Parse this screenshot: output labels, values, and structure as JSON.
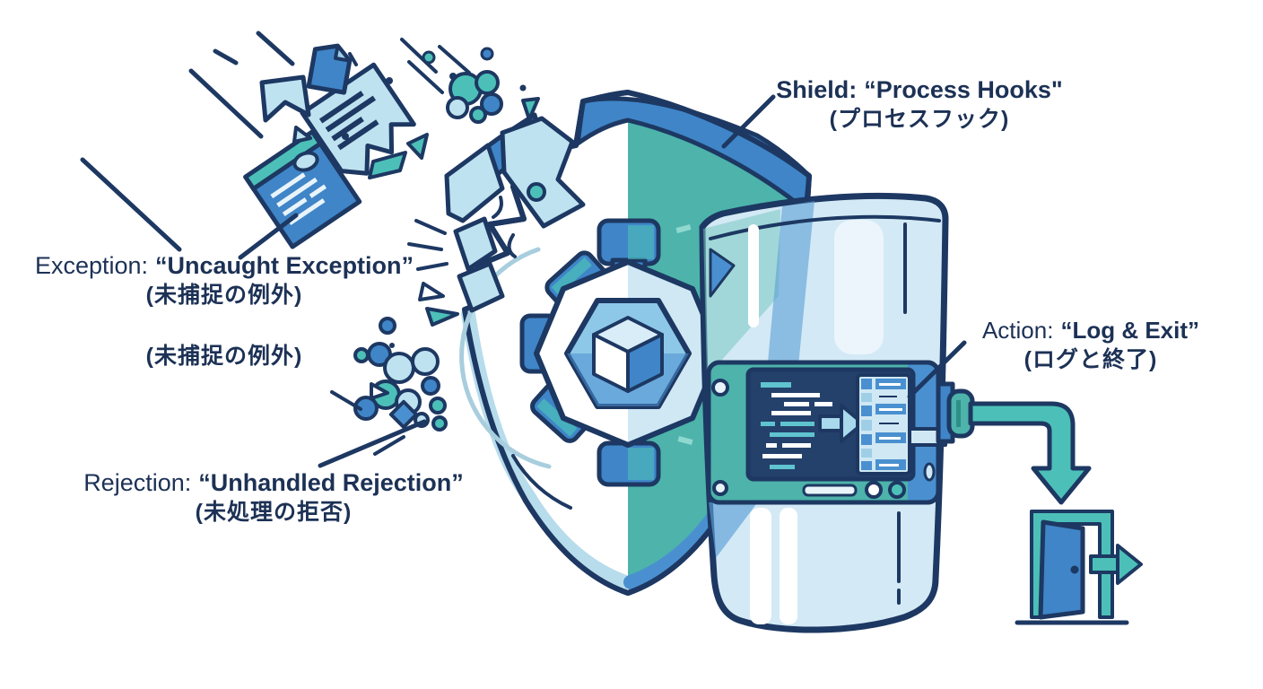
{
  "labels": {
    "shield": {
      "prefix": "Shield:",
      "quoted": "“Process Hooks\"",
      "jp": "(プロセスフック)"
    },
    "exception": {
      "prefix": "Exception:",
      "quoted": "“Uncaught Exception”",
      "jp": "(未捕捉の例外)"
    },
    "exception_dup": {
      "jp": "(未捕捉の例外)"
    },
    "rejection": {
      "prefix": "Rejection:",
      "quoted": "“Unhandled Rejection”",
      "jp": "(未処理の拒否)"
    },
    "action": {
      "prefix": "Action:",
      "quoted": "“Log & Exit”",
      "jp": "(ログと終了)"
    }
  },
  "colors": {
    "outline_navy": "#1d3862",
    "text_navy": "#1c3155",
    "blue": "#3f85c8",
    "mid_blue": "#4a90d0",
    "teal": "#4cc0b8",
    "shield_teal": "#4db3ab",
    "glass_blue": "#d3e9f5",
    "pale_band": "#b7dcec",
    "debris_light": "#bfe2f0",
    "screen_navy": "#24416b",
    "background": "#ffffff"
  }
}
